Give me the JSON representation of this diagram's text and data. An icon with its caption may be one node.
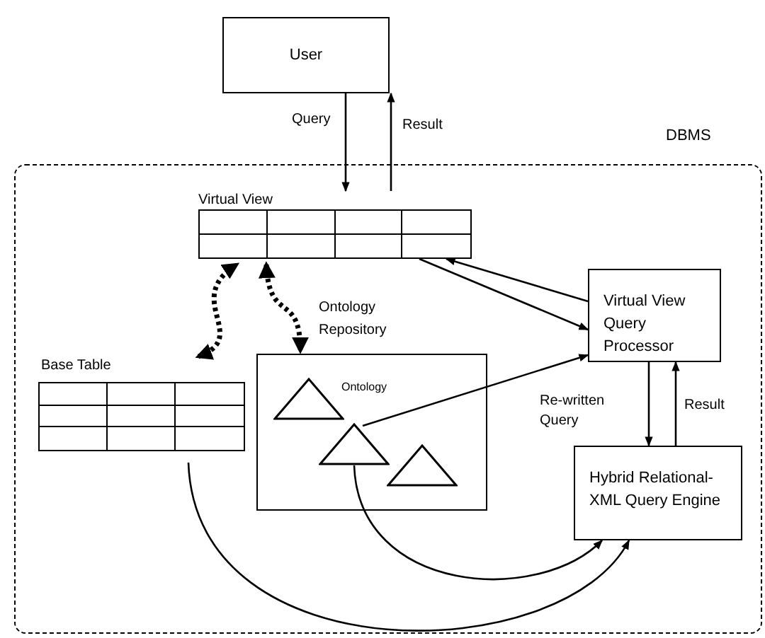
{
  "diagram": {
    "nodes": [
      {
        "text": [
          "User"
        ]
      },
      {
        "text": [
          "DBMS"
        ]
      },
      {
        "text": [
          "Virtual View"
        ],
        "in": 1
      },
      {
        "text": [
          "Virtual View Query Processor"
        ],
        "in": 1
      },
      {
        "text": [
          "Base Table"
        ],
        "in": 1
      },
      {
        "text": [
          "Ontology Repository",
          "Ontology"
        ],
        "in": 1
      },
      {
        "text": [],
        "shape": "triangle",
        "in": 5
      },
      {
        "text": [],
        "shape": "triangle",
        "in": 5
      },
      {
        "text": [],
        "shape": "triangle",
        "in": 5
      },
      {
        "text": [
          "Hybrid Relational-XML Query Engine"
        ],
        "in": 1
      }
    ],
    "edges": [
      {
        "from": 0,
        "to": 2,
        "arrow": "to",
        "label": "Query"
      },
      {
        "from": 2,
        "to": 0,
        "arrow": "to",
        "label": "Result"
      },
      {
        "from": 3,
        "to": 2,
        "arrow": "to"
      },
      {
        "from": 2,
        "to": 3,
        "arrow": "to"
      },
      {
        "from": 4,
        "to": 2,
        "arrow": "both",
        "style": "dashed"
      },
      {
        "from": 2,
        "to": 5,
        "arrow": "both",
        "style": "dashed"
      },
      {
        "from": 7,
        "to": 3,
        "arrow": "to"
      },
      {
        "from": 3,
        "to": 9,
        "arrow": "to",
        "label": "Re-written Query"
      },
      {
        "from": 9,
        "to": 3,
        "arrow": "to",
        "label": "Result"
      },
      {
        "from": 7,
        "to": 9,
        "arrow": "to"
      },
      {
        "from": 4,
        "to": 9,
        "arrow": "to"
      }
    ]
  }
}
